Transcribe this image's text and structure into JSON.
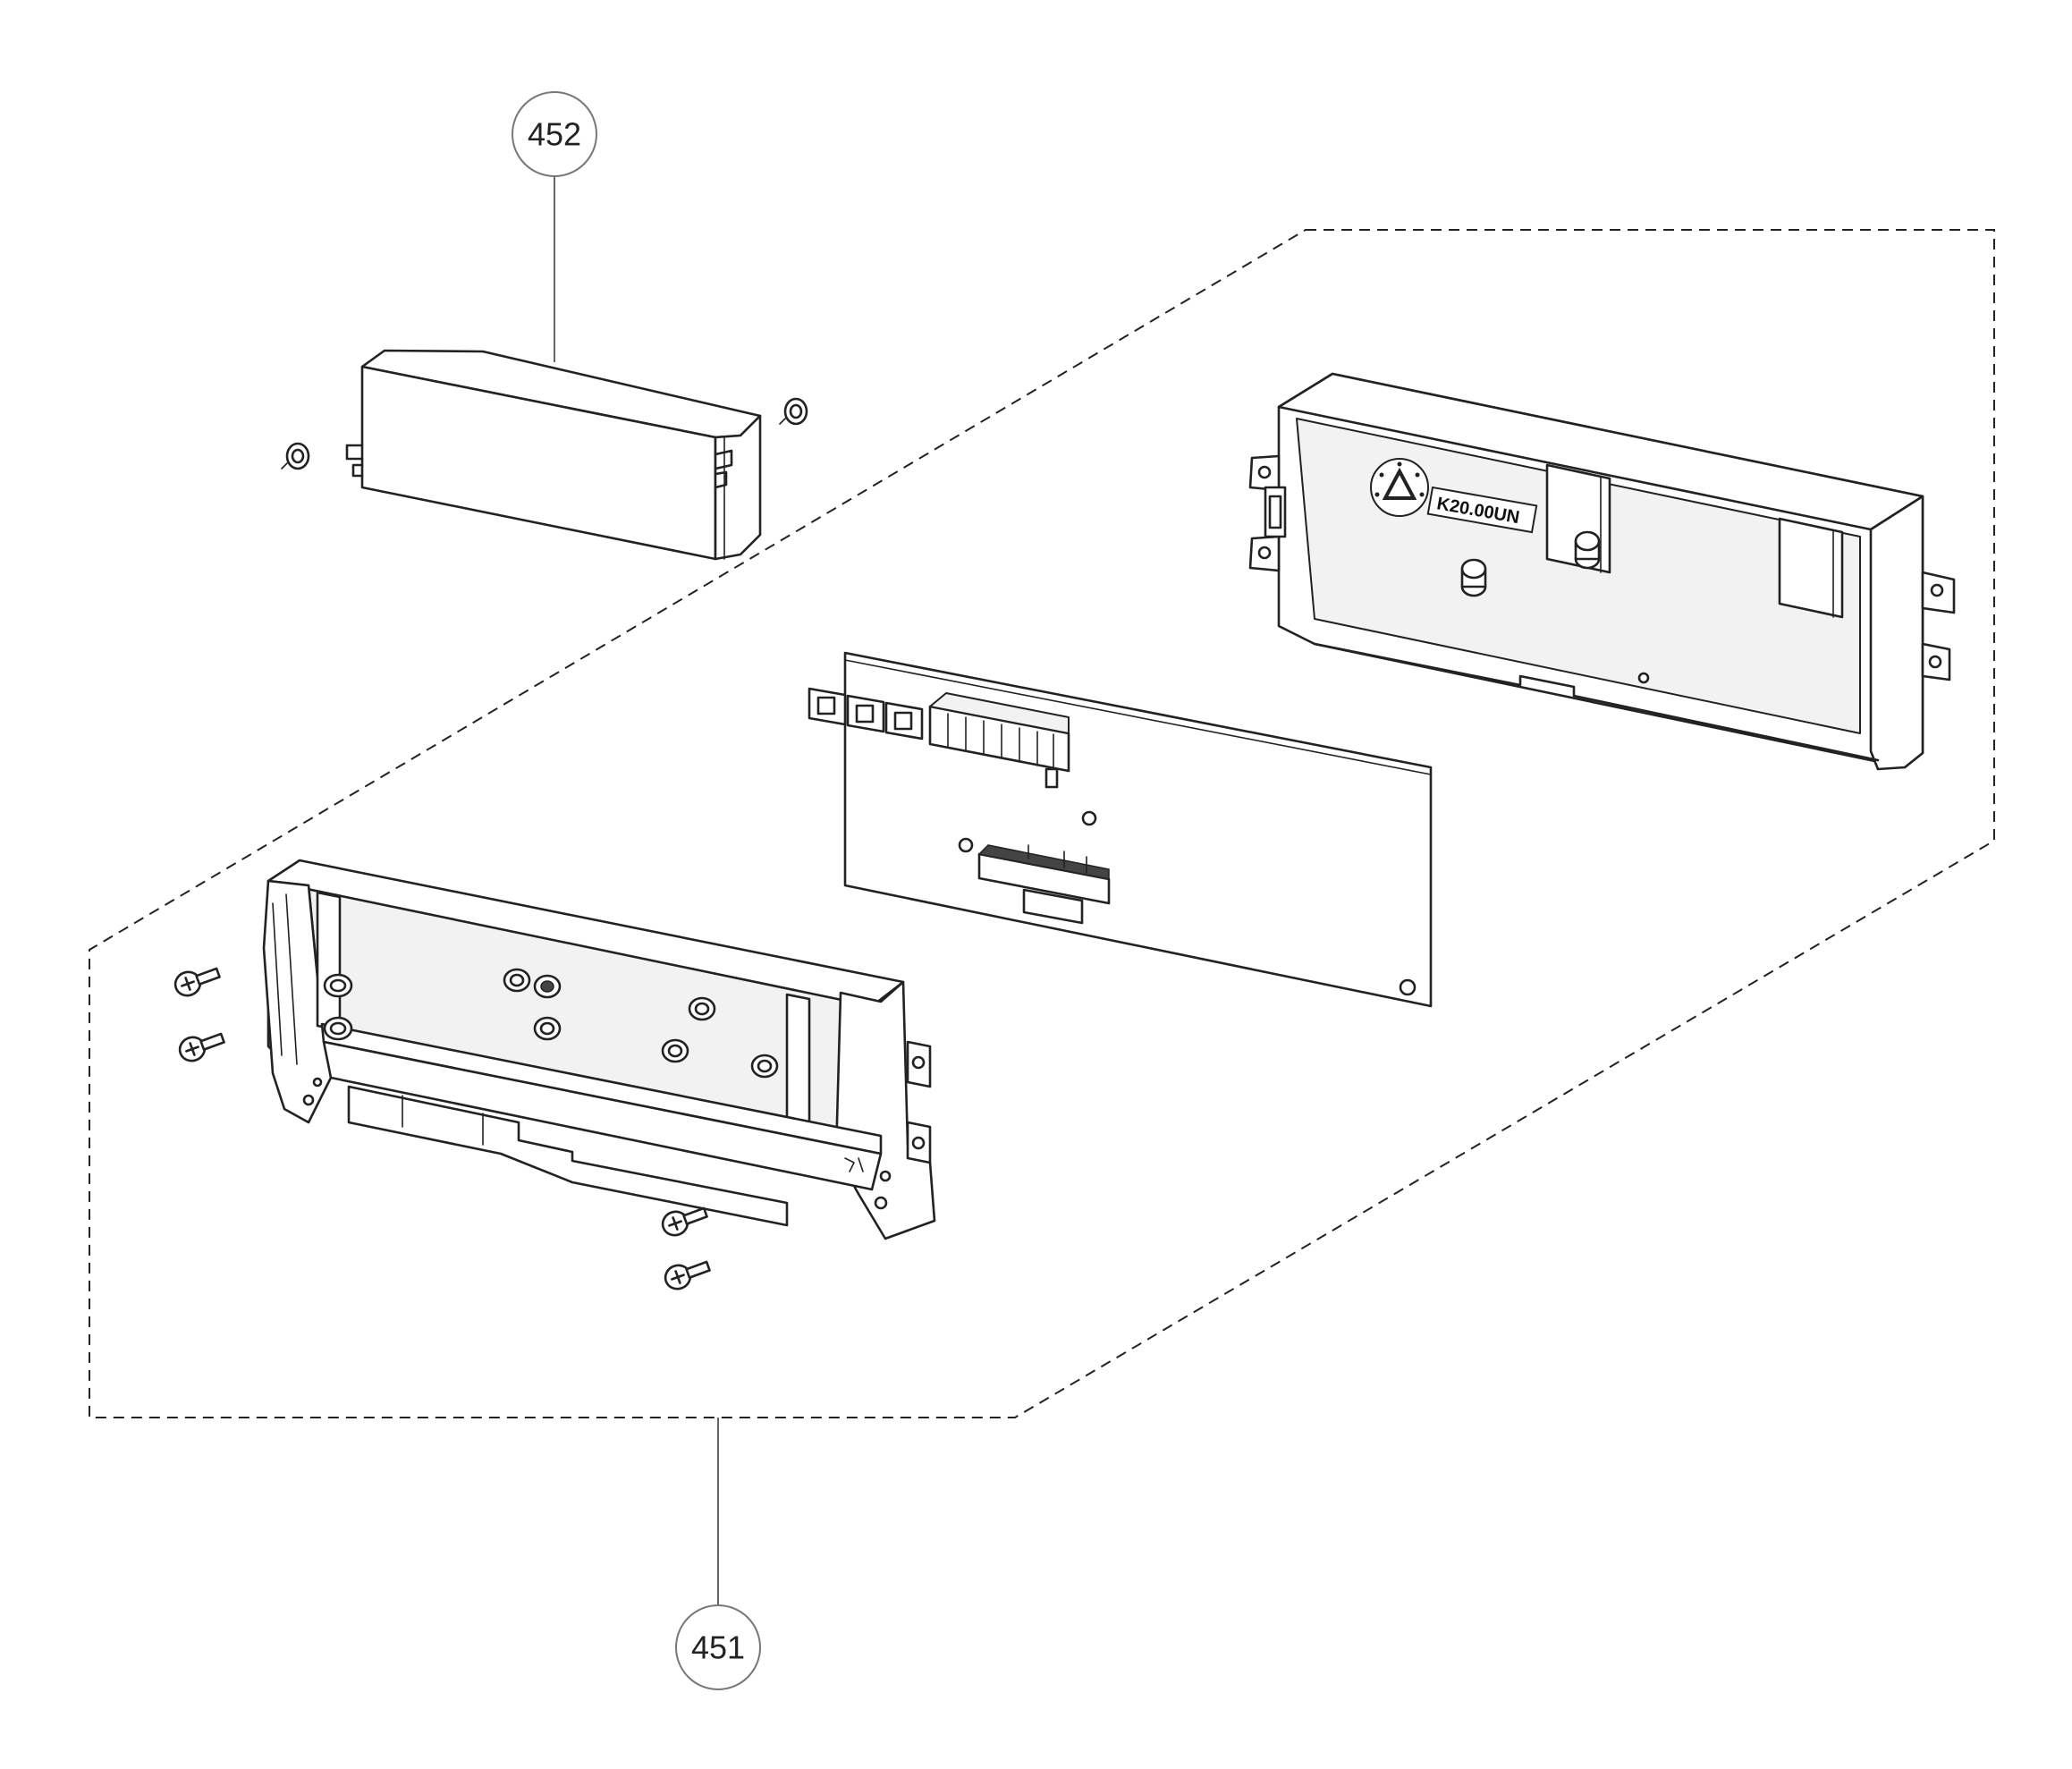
{
  "callouts": {
    "top": {
      "number": "452"
    },
    "bottom": {
      "number": "451"
    }
  },
  "parts": {
    "case_label": "K20.00UN"
  },
  "icons": {
    "recycle": "recycle-icon",
    "screw": "phillips-screw-icon",
    "nut": "nut-icon"
  },
  "colors": {
    "line": "#222222",
    "background": "#ffffff"
  }
}
